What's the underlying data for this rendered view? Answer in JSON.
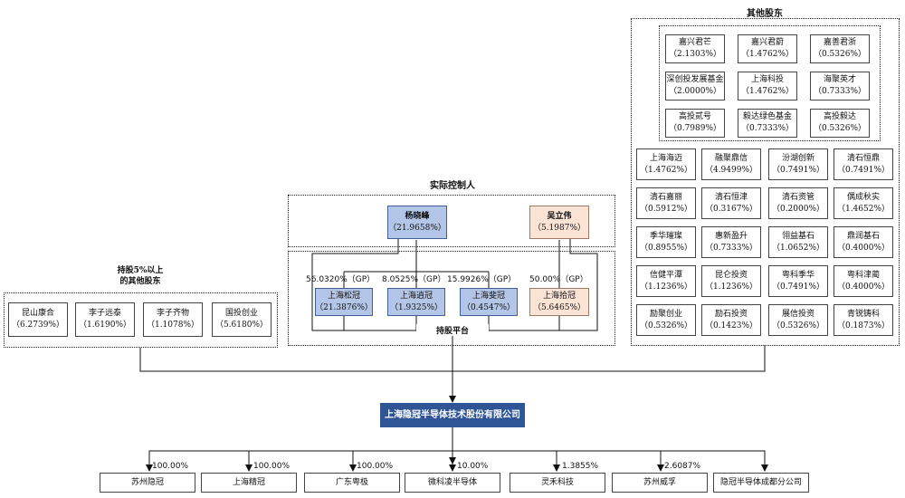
{
  "top_right_group_title": "其他股东",
  "actual_controller_title": "实际控制人",
  "platform_title": "持股平台",
  "left_group_title_line1": "持股5%以上",
  "left_group_title_line2": "的其他股东",
  "company": "上海隐冠半导体技术股份有限公司",
  "controllers": [
    {
      "name": "杨晓峰",
      "pct": "（21.9658%）"
    },
    {
      "name": "吴立伟",
      "pct": "（5.1987%）"
    }
  ],
  "platforms": [
    {
      "name": "上海松冠",
      "pct": "（21.3876%）",
      "gp": "56.0320%（GP）"
    },
    {
      "name": "上海逍冠",
      "pct": "（1.9325%）",
      "gp": "8.0525%（GP）"
    },
    {
      "name": "上海斐冠",
      "pct": "（0.4547%）",
      "gp": "15.9926%（GP）"
    },
    {
      "name": "上海拾冠",
      "pct": "（5.6465%）",
      "gp": "50.00%（GP）"
    }
  ],
  "left_holders": [
    {
      "name": "昆山康合",
      "pct": "（6.2739%）"
    },
    {
      "name": "李子远泰",
      "pct": "（1.6190%）"
    },
    {
      "name": "李子齐物",
      "pct": "（1.1078%）"
    },
    {
      "name": "国投创业",
      "pct": "（5.6180%）"
    }
  ],
  "other_holders_inner": [
    {
      "name": "嘉兴君芒",
      "pct": "（2.1303%）"
    },
    {
      "name": "嘉兴君蔚",
      "pct": "（1.4762%）"
    },
    {
      "name": "嘉善君浙",
      "pct": "（0.5326%）"
    },
    {
      "name": "深创投发展基金",
      "pct": "（2.0000%）"
    },
    {
      "name": "上海科投",
      "pct": "（1.4762%）"
    },
    {
      "name": "海聚英才",
      "pct": "（0.7333%）"
    },
    {
      "name": "高投贰号",
      "pct": "（0.7989%）"
    },
    {
      "name": "毅达绿色基金",
      "pct": "（0.7333%）"
    },
    {
      "name": "高投毅达",
      "pct": "（0.5326%）"
    }
  ],
  "other_holders_grid": [
    {
      "name": "上海海迈",
      "pct": "（1.4762%）"
    },
    {
      "name": "融聚鼎信",
      "pct": "（4.9499%）"
    },
    {
      "name": "汾湖创新",
      "pct": "（0.7491%）"
    },
    {
      "name": "清石恒鼎",
      "pct": "（0.7491%）"
    },
    {
      "name": "清石嘉丽",
      "pct": "（0.5912%）"
    },
    {
      "name": "清石恒津",
      "pct": "（0.3167%）"
    },
    {
      "name": "清石资管",
      "pct": "（0.2000%）"
    },
    {
      "name": "偶成秋实",
      "pct": "（1.4652%）"
    },
    {
      "name": "季华璀璨",
      "pct": "（0.8955%）"
    },
    {
      "name": "惠新盈升",
      "pct": "（0.7333%）"
    },
    {
      "name": "翎益基石",
      "pct": "（1.0652%）"
    },
    {
      "name": "鼎润基石",
      "pct": "（0.4000%）"
    },
    {
      "name": "信健平潭",
      "pct": "（1.1236%）"
    },
    {
      "name": "昆仑投资",
      "pct": "（1.1236%）"
    },
    {
      "name": "粤科季华",
      "pct": "（0.7491%）"
    },
    {
      "name": "粤科津蔺",
      "pct": "（0.4000%）"
    },
    {
      "name": "励聚创业",
      "pct": "（0.5326%）"
    },
    {
      "name": "励石投资",
      "pct": "（0.1423%）"
    },
    {
      "name": "展信投资",
      "pct": "（0.5326%）"
    },
    {
      "name": "青锐铸科",
      "pct": "（0.1873%）"
    }
  ],
  "subsidiaries": [
    {
      "name": "苏州隐冠",
      "pct": "100.00%"
    },
    {
      "name": "上海精冠",
      "pct": "100.00%"
    },
    {
      "name": "广东粤极",
      "pct": "100.00%"
    },
    {
      "name": "微科凌半导体",
      "pct": "10.00%"
    },
    {
      "name": "灵禾科技",
      "pct": "1.3855%"
    },
    {
      "name": "苏州威孚",
      "pct": "2.6087%"
    },
    {
      "name": "隐冠半导体成都分公司",
      "pct": ""
    }
  ]
}
